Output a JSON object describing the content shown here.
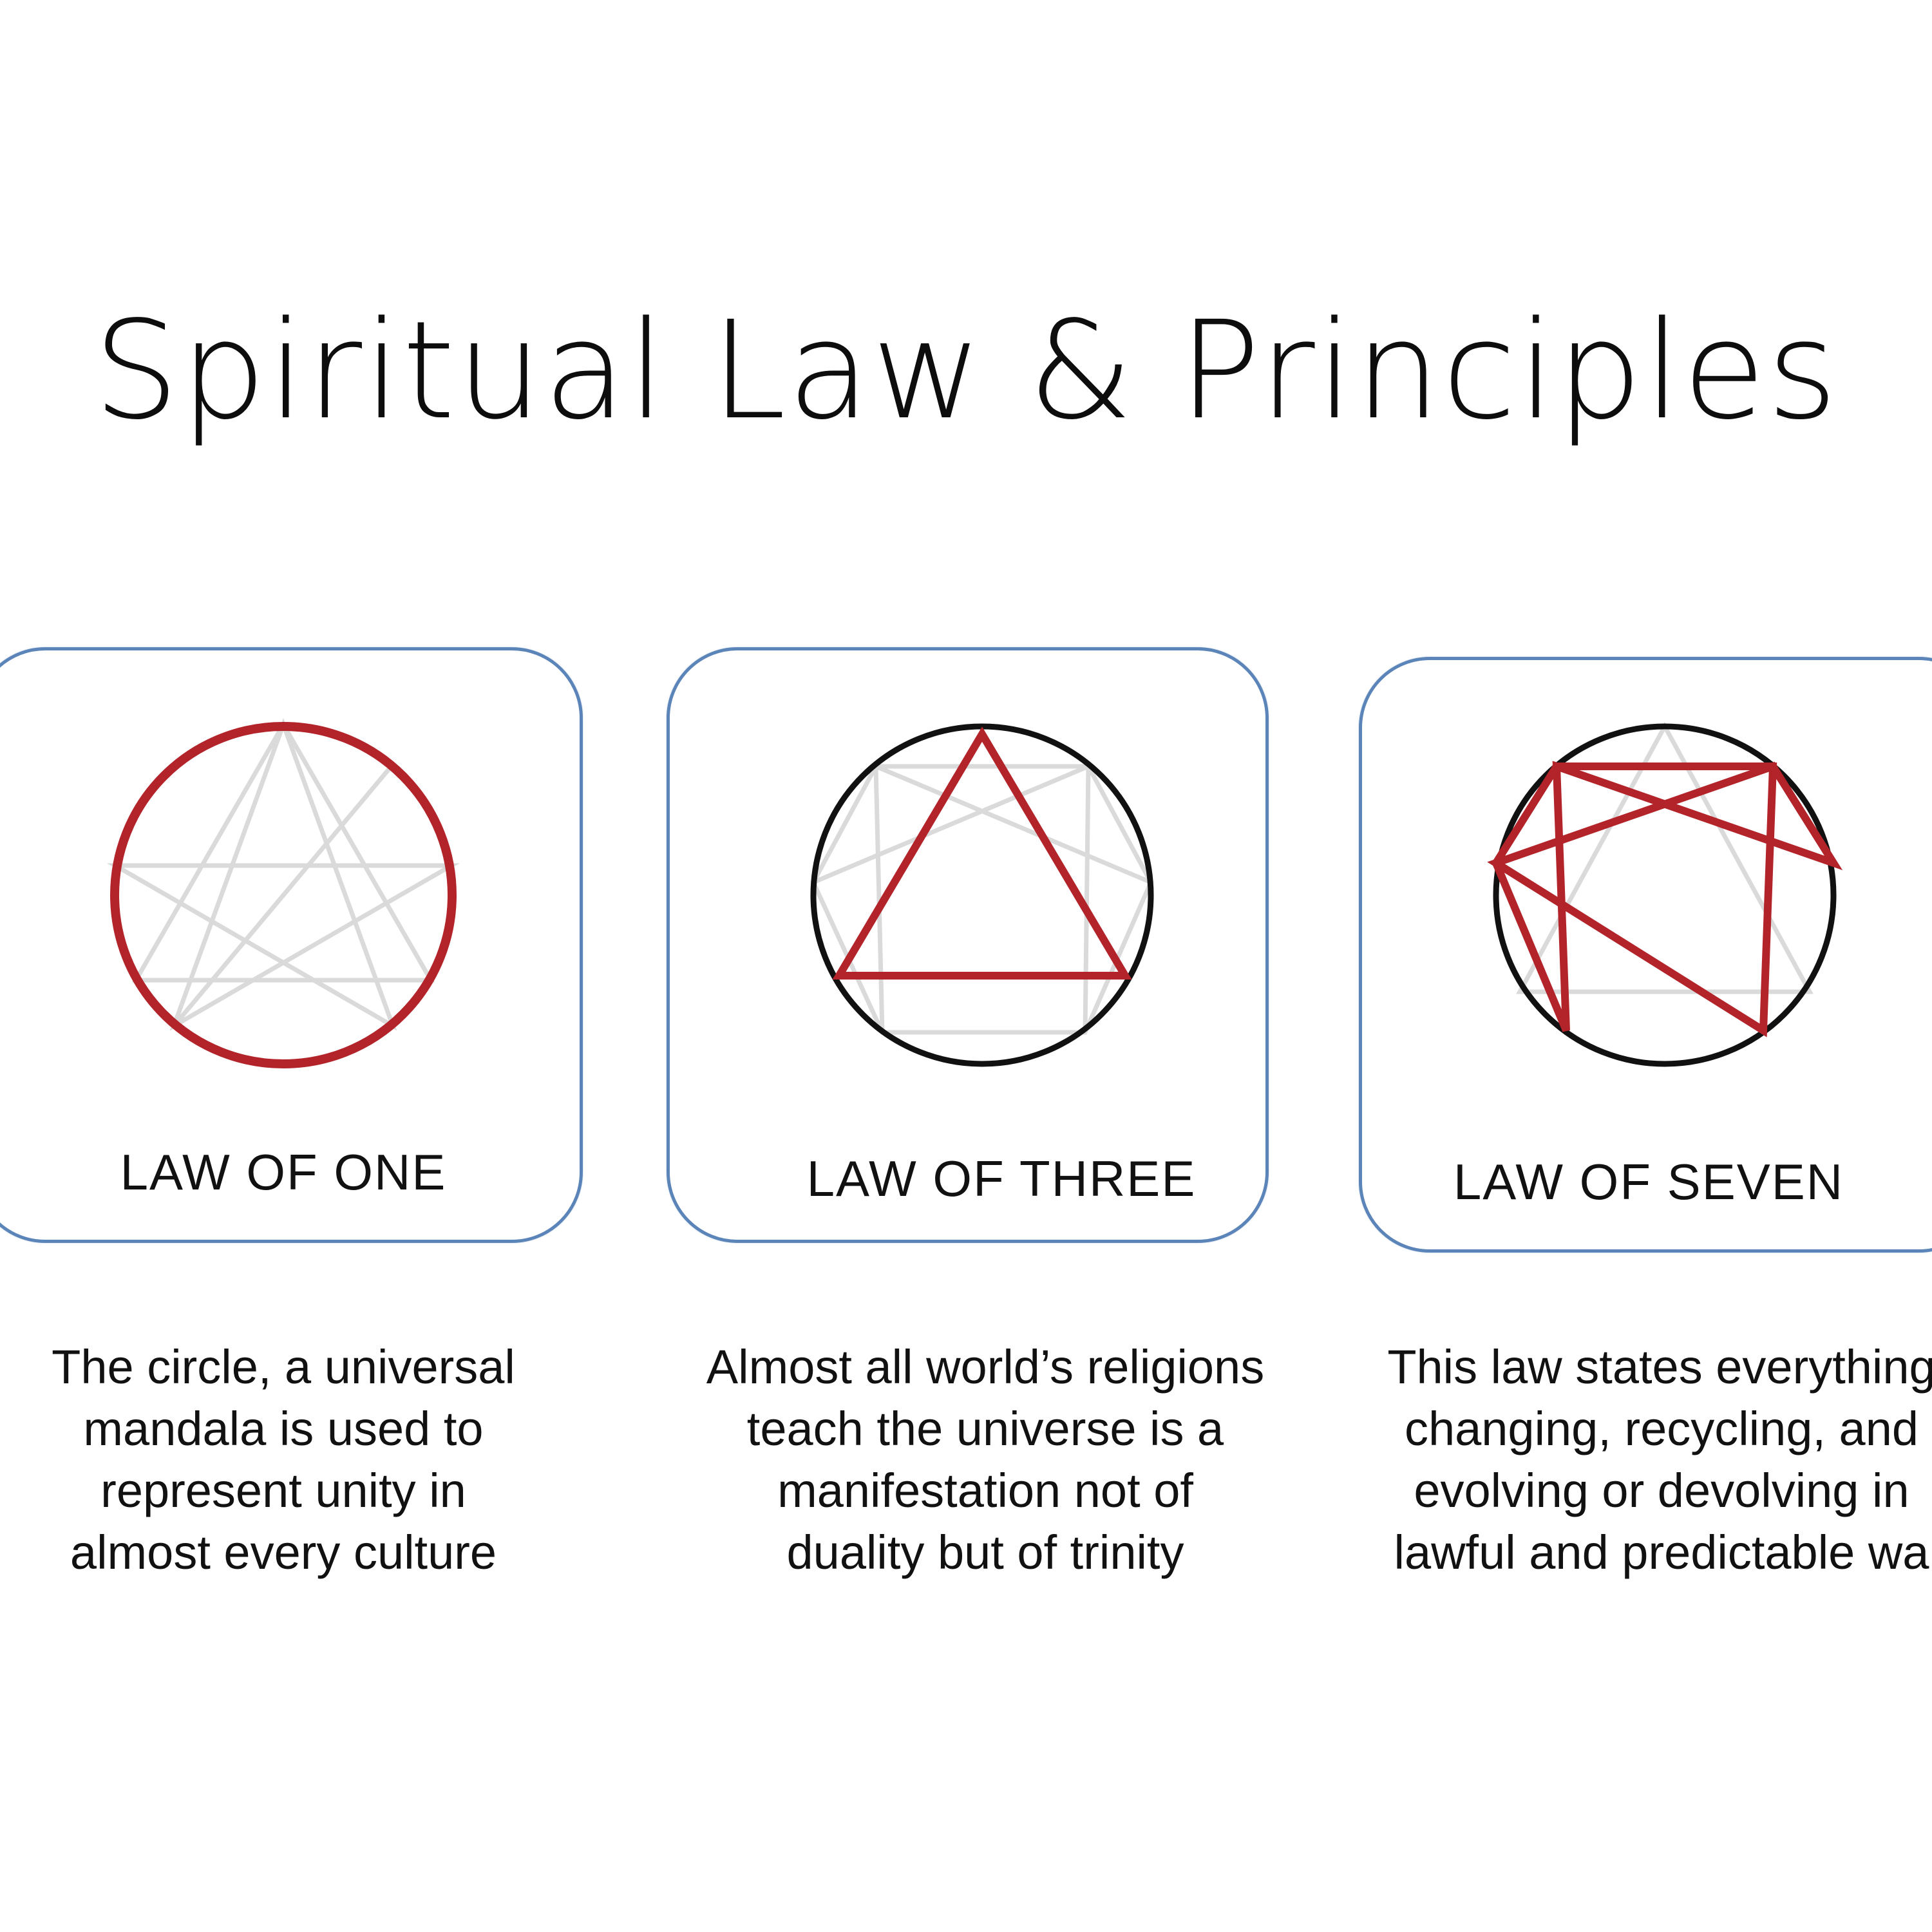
{
  "title": "Spiritual Law & Principles",
  "cards": [
    {
      "label": "LAW OF ONE",
      "icon": "enneagram-circle-icon",
      "description": [
        "The circle, a universal",
        "mandala is used to",
        "represent unity in",
        "almost every culture"
      ]
    },
    {
      "label": "LAW OF THREE",
      "icon": "enneagram-triangle-icon",
      "description": [
        "Almost all world’s religions",
        "teach the universe is a",
        "manifestation not of",
        "duality but of trinity"
      ]
    },
    {
      "label": "LAW OF SEVEN",
      "icon": "enneagram-hexad-icon",
      "description": [
        "This law states everything",
        "changing, recycling, and",
        "evolving or devolving in",
        "lawful and predictable wa"
      ]
    }
  ],
  "colors": {
    "accent_red": "#b3242a",
    "card_border": "#5b84b8",
    "faint_line": "#d9d9d9",
    "ring_black": "#111111"
  }
}
